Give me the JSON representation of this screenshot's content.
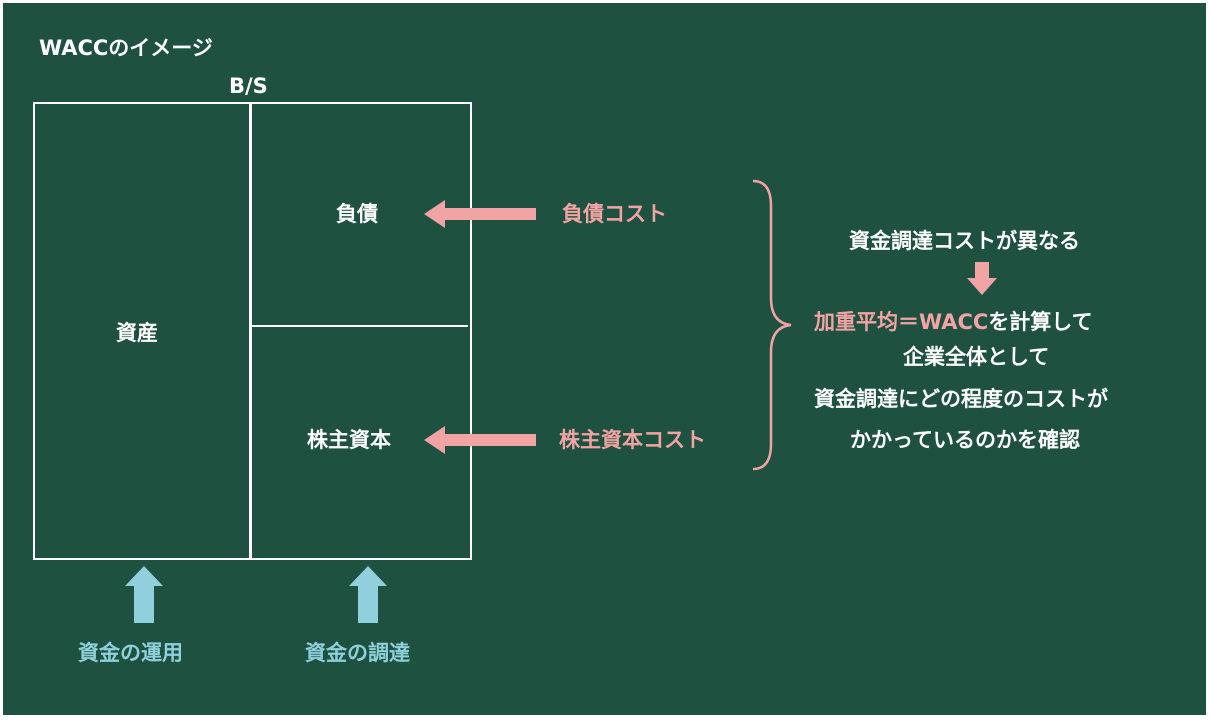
{
  "title": "WACCのイメージ",
  "bs_label": "B/S",
  "assets": "資産",
  "liabilities": "負債",
  "equity": "株主資本",
  "debt_cost": "負債コスト",
  "equity_cost": "株主資本コスト",
  "funds_use": "資金の運用",
  "funds_raise": "資金の調達",
  "explanation": {
    "line1": "資金調達コストが異なる",
    "line2_highlight": "加重平均＝WACC",
    "line2_rest": "を計算して",
    "line3": "企業全体として",
    "line4": "資金調達にどの程度のコストが",
    "line5": "かかっているのかを確認"
  },
  "colors": {
    "background": "#1e5140",
    "text": "#ffffff",
    "pink_accent": "#f2a3a3",
    "blue_accent": "#8fd0dc"
  }
}
